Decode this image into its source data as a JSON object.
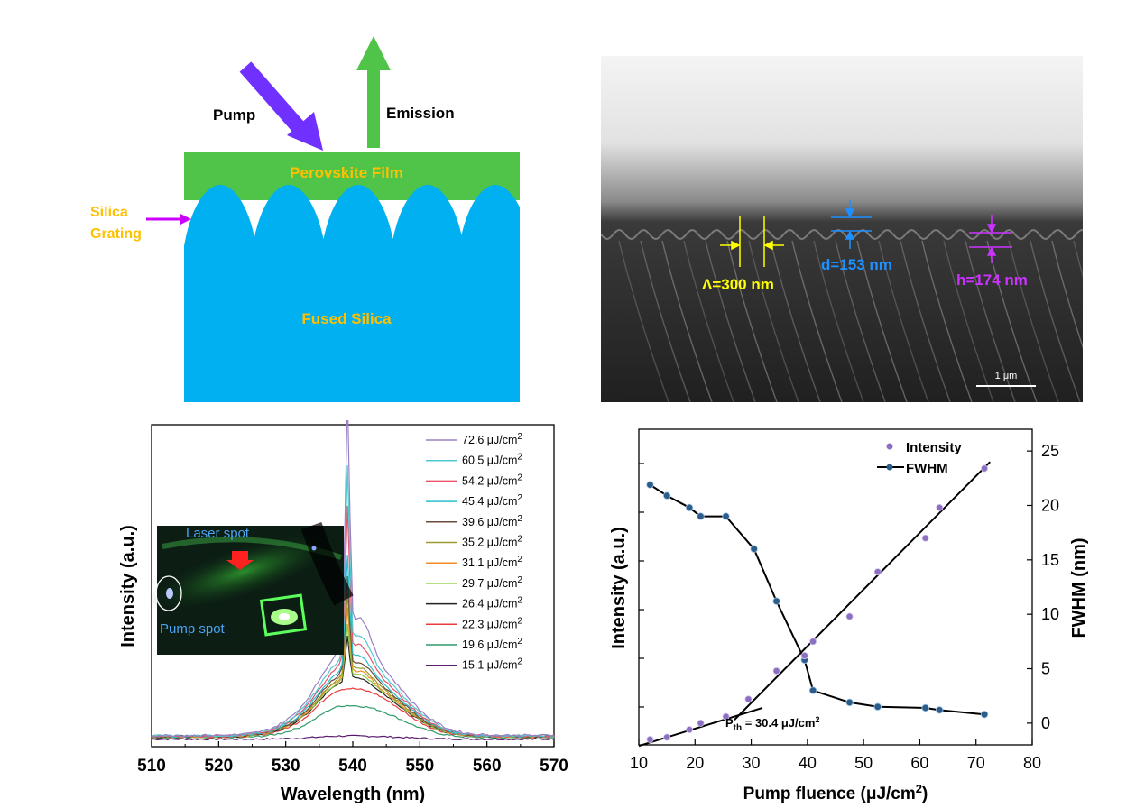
{
  "schematic": {
    "pump_label": "Pump",
    "emission_label": "Emission",
    "film_label": "Perovskite Film",
    "grating_label_1": "Silica",
    "grating_label_2": "Grating",
    "substrate_label": "Fused Silica",
    "colors": {
      "film": "#4fc448",
      "substrate": "#00b0f0",
      "pump": "#7030ff",
      "emission": "#4fc448",
      "label_yellow": "#ffc000",
      "grating_arrow": "#cc00ff"
    }
  },
  "sem": {
    "period_label": "Λ=300 nm",
    "depth_label": "d=153 nm",
    "height_label": "h=174 nm",
    "scalebar_label": "1 μm",
    "colors": {
      "period": "#ffff00",
      "depth": "#1e90ff",
      "height": "#cc33ff"
    }
  },
  "chart_data": [
    {
      "type": "line",
      "xlabel": "Wavelength (nm)",
      "ylabel": "Intensity (a.u.)",
      "xlim": [
        510,
        570
      ],
      "x_ticks": [
        "510",
        "520",
        "530",
        "540",
        "550",
        "560",
        "570"
      ],
      "inset_labels": {
        "laser_spot": "Laser spot",
        "pump_spot": "Pump spot"
      },
      "legend_unit": "μJ/cm²",
      "series": [
        {
          "name": "72.6",
          "color": "#9b7fc4",
          "peak": 1.0,
          "bg": 0.255
        },
        {
          "name": "60.5",
          "color": "#4fc9cf",
          "peak": 0.75,
          "bg": 0.23
        },
        {
          "name": "54.2",
          "color": "#e8536a",
          "peak": 0.62,
          "bg": 0.215
        },
        {
          "name": "45.4",
          "color": "#2bbfd1",
          "peak": 0.45,
          "bg": 0.2
        },
        {
          "name": "39.6",
          "color": "#6b4a3a",
          "peak": 0.38,
          "bg": 0.19
        },
        {
          "name": "35.2",
          "color": "#9a9a30",
          "peak": 0.33,
          "bg": 0.18
        },
        {
          "name": "31.1",
          "color": "#f28c28",
          "peak": 0.28,
          "bg": 0.175
        },
        {
          "name": "29.7",
          "color": "#8cc63f",
          "peak": 0.22,
          "bg": 0.17
        },
        {
          "name": "26.4",
          "color": "#222222",
          "peak": 0.18,
          "bg": 0.165
        },
        {
          "name": "22.3",
          "color": "#e83c3c",
          "peak": 0.0,
          "bg": 0.15
        },
        {
          "name": "19.6",
          "color": "#2e9c6a",
          "peak": 0.0,
          "bg": 0.1
        },
        {
          "name": "15.1",
          "color": "#5a1a6e",
          "peak": 0.0,
          "bg": 0.01
        }
      ]
    },
    {
      "type": "scatter",
      "xlabel": "Pump fluence (μJ/cm²)",
      "ylabel_left": "Intensity (a.u.)",
      "ylabel_right": "FWHM (nm)",
      "xlim": [
        10,
        80
      ],
      "y_right_lim": [
        -2,
        27
      ],
      "x_ticks": [
        "10",
        "20",
        "30",
        "40",
        "50",
        "60",
        "70",
        "80"
      ],
      "y_right_ticks": [
        "0",
        "5",
        "10",
        "15",
        "20",
        "25"
      ],
      "annotation": "P_th = 30.4 μJ/cm²",
      "legend": [
        "Intensity",
        "FWHM"
      ],
      "intensity": {
        "x": [
          12,
          15,
          19,
          21,
          25.5,
          29.5,
          34.5,
          39.5,
          41,
          47.5,
          52.5,
          61,
          63.5,
          71.5
        ],
        "y": [
          -1.5,
          -1.3,
          -0.6,
          0,
          0.6,
          2.2,
          4.8,
          6.2,
          7.5,
          9.8,
          13.9,
          17.0,
          19.8,
          23.4
        ],
        "color": "#8b6fc0"
      },
      "fwhm": {
        "x": [
          12,
          15,
          19,
          21,
          25.5,
          30.5,
          34.5,
          39.5,
          41,
          47.5,
          52.5,
          61,
          63.5,
          71.5
        ],
        "y": [
          21.9,
          20.9,
          19.8,
          19.0,
          19.0,
          16.0,
          11.2,
          5.8,
          3.0,
          1.9,
          1.5,
          1.4,
          1.2,
          0.8
        ],
        "color": "#2b5d8a"
      },
      "fit_low": {
        "x": [
          10,
          32
        ],
        "y": [
          -2.1,
          1.4
        ]
      },
      "fit_high": {
        "x": [
          27,
          72.5
        ],
        "y": [
          0.3,
          24
        ]
      }
    }
  ]
}
